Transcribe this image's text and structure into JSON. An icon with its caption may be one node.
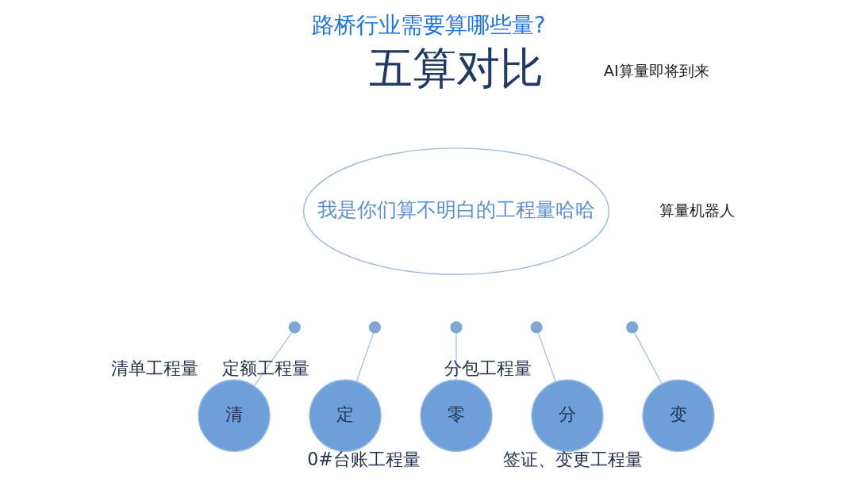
{
  "diagram": {
    "title": "路桥行业需要算哪些量?",
    "nodes": [
      {
        "text": [
          "我是你们算不明白的工程量哈哈"
        ]
      },
      {
        "text": [],
        "shape": "circle"
      },
      {
        "text": [],
        "shape": "circle"
      },
      {
        "text": [],
        "shape": "circle"
      },
      {
        "text": [],
        "shape": "circle"
      },
      {
        "text": [],
        "shape": "circle"
      },
      {
        "text": [
          "清"
        ],
        "beside": [
          "清单工程量"
        ]
      },
      {
        "text": [
          "定"
        ],
        "beside": [
          "定额工程量"
        ]
      },
      {
        "text": [
          "零"
        ],
        "beside": [
          "0#台账工程量"
        ]
      },
      {
        "text": [
          "分"
        ],
        "beside": [
          "分包工程量"
        ]
      },
      {
        "text": [
          "变"
        ],
        "beside": [
          "签证、变更工程量"
        ]
      }
    ],
    "edges": [
      {
        "from": 1,
        "to": 6,
        "arrow": "none"
      },
      {
        "from": 2,
        "to": 7,
        "arrow": "none"
      },
      {
        "from": 3,
        "to": 8,
        "arrow": "none"
      },
      {
        "from": 4,
        "to": 9,
        "arrow": "none"
      },
      {
        "from": 5,
        "to": 10,
        "arrow": "none"
      }
    ],
    "labels": [
      "五算对比",
      "算量机器人",
      "AI算量即将到来"
    ]
  }
}
